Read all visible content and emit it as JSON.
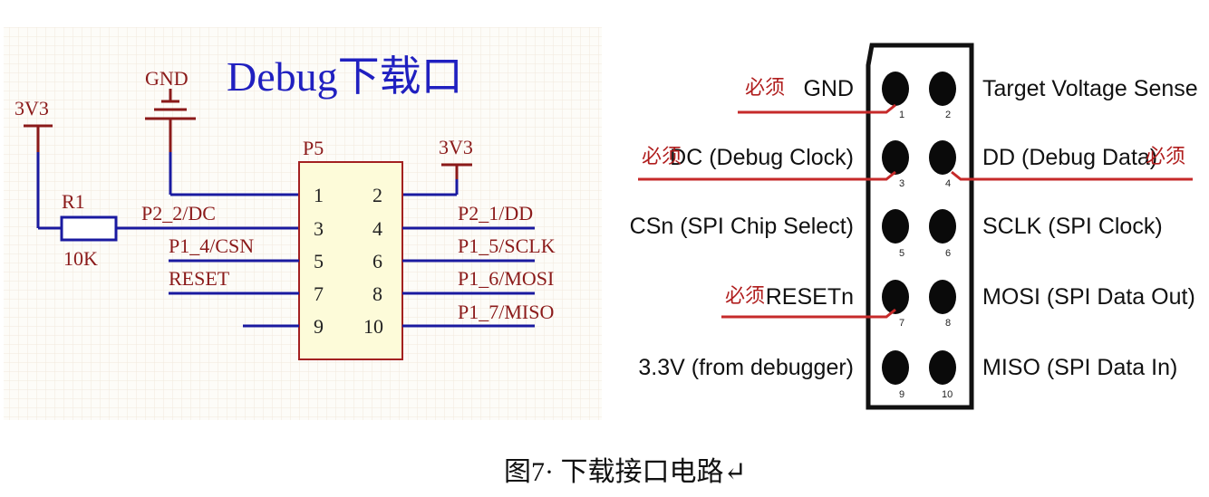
{
  "schematic": {
    "title": "Debug下载口",
    "gnd_label": "GND",
    "vcc_left": "3V3",
    "vcc_right": "3V3",
    "resistor_ref": "R1",
    "resistor_value": "10K",
    "connector_ref": "P5",
    "left_pins": [
      "1",
      "3",
      "5",
      "7",
      "9"
    ],
    "right_pins": [
      "2",
      "4",
      "6",
      "8",
      "10"
    ],
    "net_left": [
      "P2_2/DC",
      "P1_4/CSN",
      "RESET"
    ],
    "net_right": [
      "P2_1/DD",
      "P1_5/SCLK",
      "P1_6/MOSI",
      "P1_7/MISO"
    ]
  },
  "pinout": {
    "required_mark": "必须",
    "left_labels": [
      "GND",
      "DC (Debug Clock)",
      "CSn (SPI Chip Select)",
      "RESETn",
      "3.3V (from debugger)"
    ],
    "right_labels": [
      "Target Voltage Sense",
      "DD (Debug Data)",
      "SCLK (SPI Clock)",
      "MOSI (SPI Data Out)",
      "MISO (SPI Data In)"
    ],
    "pin_numbers": [
      "1",
      "2",
      "3",
      "4",
      "5",
      "6",
      "7",
      "8",
      "9",
      "10"
    ]
  },
  "caption": "图7· 下载接口电路↵",
  "colors": {
    "wire": "#1a1aa0",
    "power": "#8b1a1a",
    "title": "#2020c0",
    "grid": "#f1e9dc",
    "underline": "#c62a2a",
    "box_fill": "#fdfbd9",
    "box_stroke": "#a32020"
  }
}
